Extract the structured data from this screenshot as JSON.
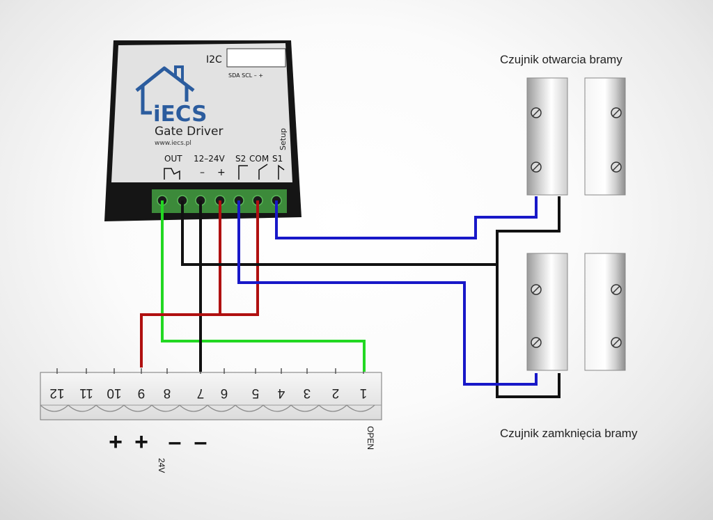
{
  "device": {
    "brand": "iECS",
    "model": "Gate Driver",
    "website": "www.iecs.pl",
    "i2c_label": "I2C",
    "i2c_pins": "SDA SCL  –   +",
    "setup_label": "Setup",
    "out_label": "OUT",
    "power_label": "12–24V",
    "power_minus": "–",
    "power_plus": "+",
    "s2_label": "S2",
    "com_label": "COM",
    "s1_label": "S1",
    "logo_icon": "house-icon"
  },
  "sensors": {
    "open_label": "Czujnik otwarcia bramy",
    "close_label": "Czujnik zamknięcia bramy"
  },
  "terminal_block": {
    "numbers": [
      "12",
      "11",
      "10",
      "9",
      "8",
      "7",
      "6",
      "5",
      "4",
      "3",
      "2",
      "1"
    ],
    "signs": [
      "+",
      "+",
      "–",
      "–"
    ],
    "voltage_label": "24V",
    "open_label": "OPEN"
  },
  "wire_colors": {
    "green": "#22d822",
    "black": "#111111",
    "red": "#b01010",
    "blue": "#1818c8"
  }
}
